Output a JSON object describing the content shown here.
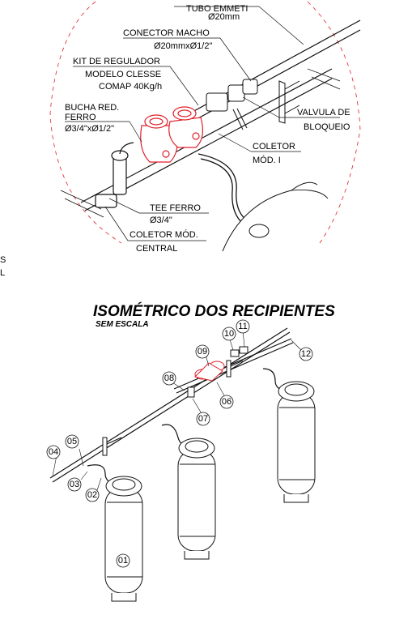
{
  "detail": {
    "labels": {
      "tubo_emmeti": "TUBO EMMETI",
      "tubo_emmeti_dim": "Ø20mm",
      "conector_macho": "CONECTOR MACHO",
      "conector_macho_dim": "Ø20mmxØ1/2\"",
      "kit_regulador_1": "KIT DE REGULADOR",
      "kit_regulador_2": "MODELO CLESSE",
      "kit_regulador_3": "COMAP 40Kg/h",
      "bucha_1": "BUCHA RED.",
      "bucha_2": "FERRO",
      "bucha_dim": "Ø3/4\"xØ1/2\"",
      "valvula_1": "VALVULA DE",
      "valvula_2": "BLOQUEIO",
      "coletor_1": "COLETOR",
      "coletor_2": "MÓD. I",
      "tee_1": "TEE FERRO",
      "tee_dim": "Ø3/4\"",
      "coletor_central_1": "COLETOR MÓD.",
      "coletor_central_2": "CENTRAL",
      "edge_s": "S",
      "edge_l": "L"
    }
  },
  "isometric": {
    "title": "ISOMÉTRICO DOS RECIPIENTES",
    "subtitle": "SEM ESCALA",
    "markers": [
      "01",
      "02",
      "03",
      "04",
      "05",
      "06",
      "07",
      "08",
      "09",
      "10",
      "11",
      "12"
    ]
  },
  "colors": {
    "line": "#111111",
    "accent_red": "#e0202a"
  }
}
